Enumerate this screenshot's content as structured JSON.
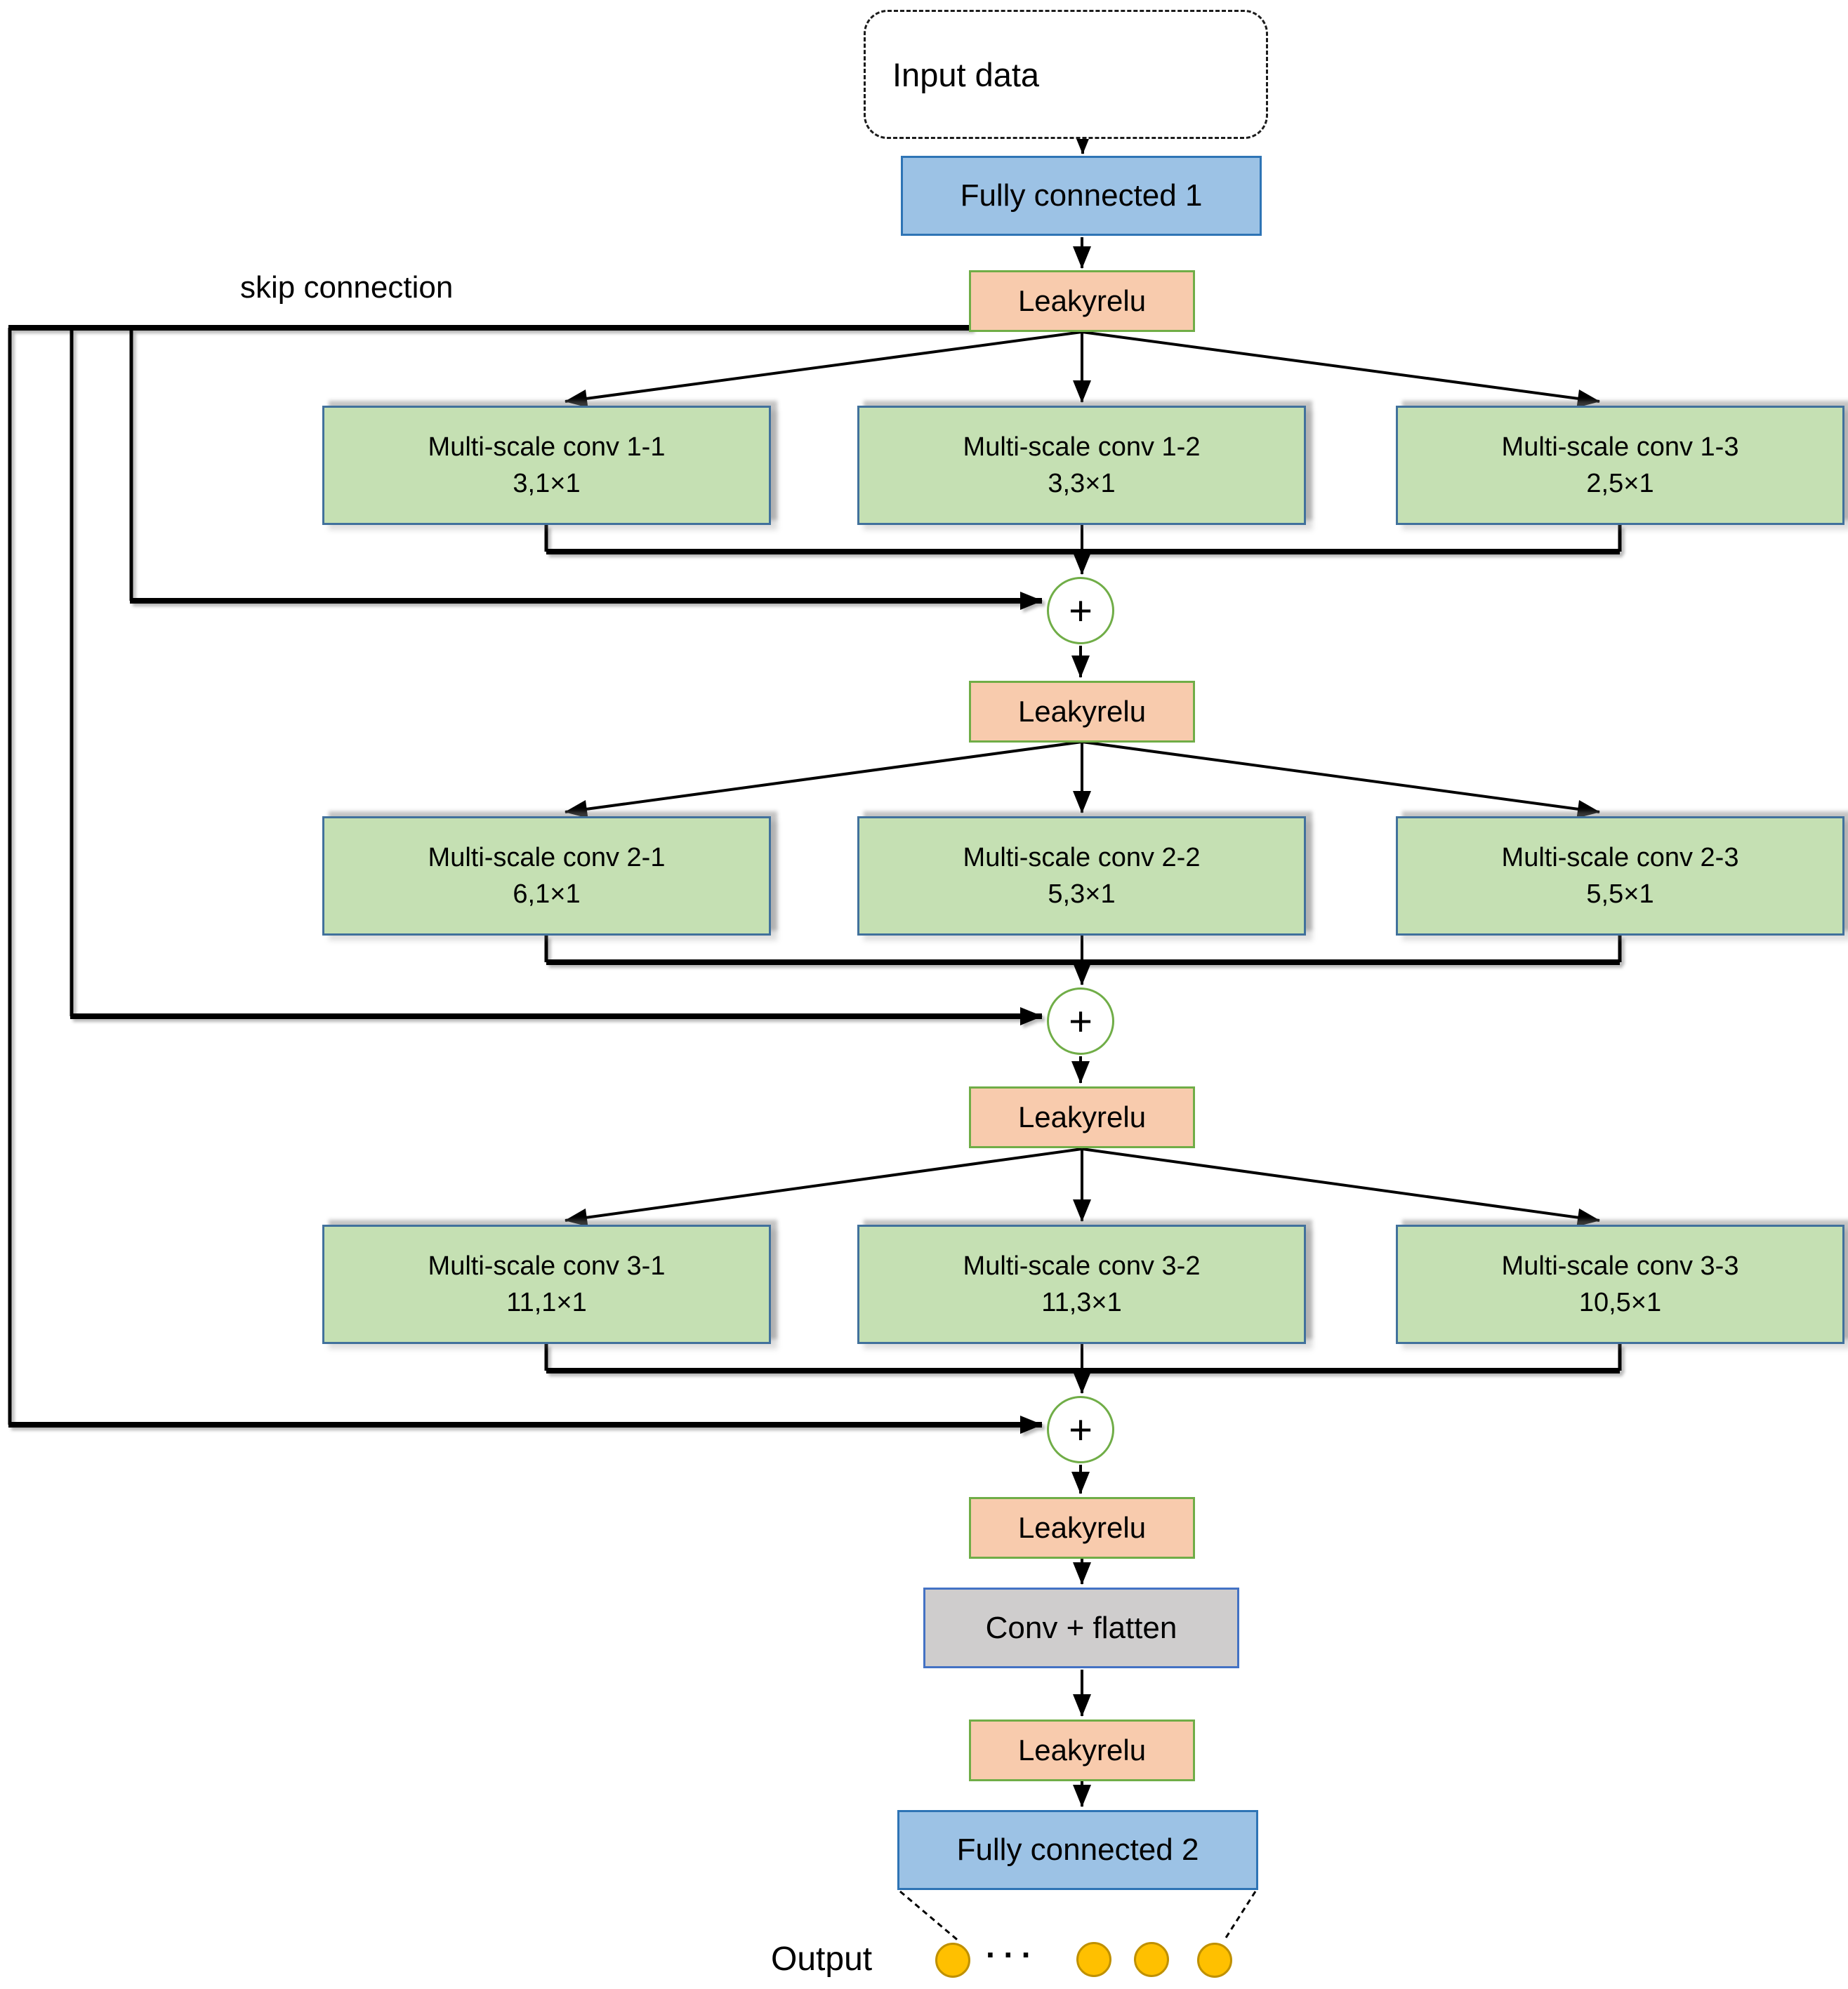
{
  "labels": {
    "skip_connection": "skip connection",
    "input": "Input data",
    "fc1": "Fully connected 1",
    "leakyrelu": "Leakyrelu",
    "plus": "+",
    "conv_flatten": "Conv + flatten",
    "fc2": "Fully connected 2",
    "output": "Output",
    "dots": "···"
  },
  "conv_rows": [
    {
      "blocks": [
        {
          "name": "Multi-scale conv 1-1",
          "kernel": "3,1×1"
        },
        {
          "name": "Multi-scale conv 1-2",
          "kernel": "3,3×1"
        },
        {
          "name": "Multi-scale conv 1-3",
          "kernel": "2,5×1"
        }
      ]
    },
    {
      "blocks": [
        {
          "name": "Multi-scale conv 2-1",
          "kernel": "6,1×1"
        },
        {
          "name": "Multi-scale conv 2-2",
          "kernel": "5,3×1"
        },
        {
          "name": "Multi-scale conv 2-3",
          "kernel": "5,5×1"
        }
      ]
    },
    {
      "blocks": [
        {
          "name": "Multi-scale conv 3-1",
          "kernel": "11,1×1"
        },
        {
          "name": "Multi-scale conv 3-2",
          "kernel": "11,3×1"
        },
        {
          "name": "Multi-scale conv 3-3",
          "kernel": "10,5×1"
        }
      ]
    }
  ],
  "colors": {
    "fc_fill": "#9CC2E5",
    "fc_border": "#2E74B5",
    "relu_fill": "#F8CBAD",
    "relu_border": "#70AD47",
    "conv_fill": "#C5E0B3",
    "conv_border": "#41719C",
    "flatten_fill": "#CFCDCD",
    "flatten_border": "#4472C4",
    "plus_circle_border": "#70AD47",
    "output_node_fill": "#FFC000",
    "output_node_border": "#BF9000",
    "sparkline": "#2E75B6",
    "line": "#000000"
  }
}
